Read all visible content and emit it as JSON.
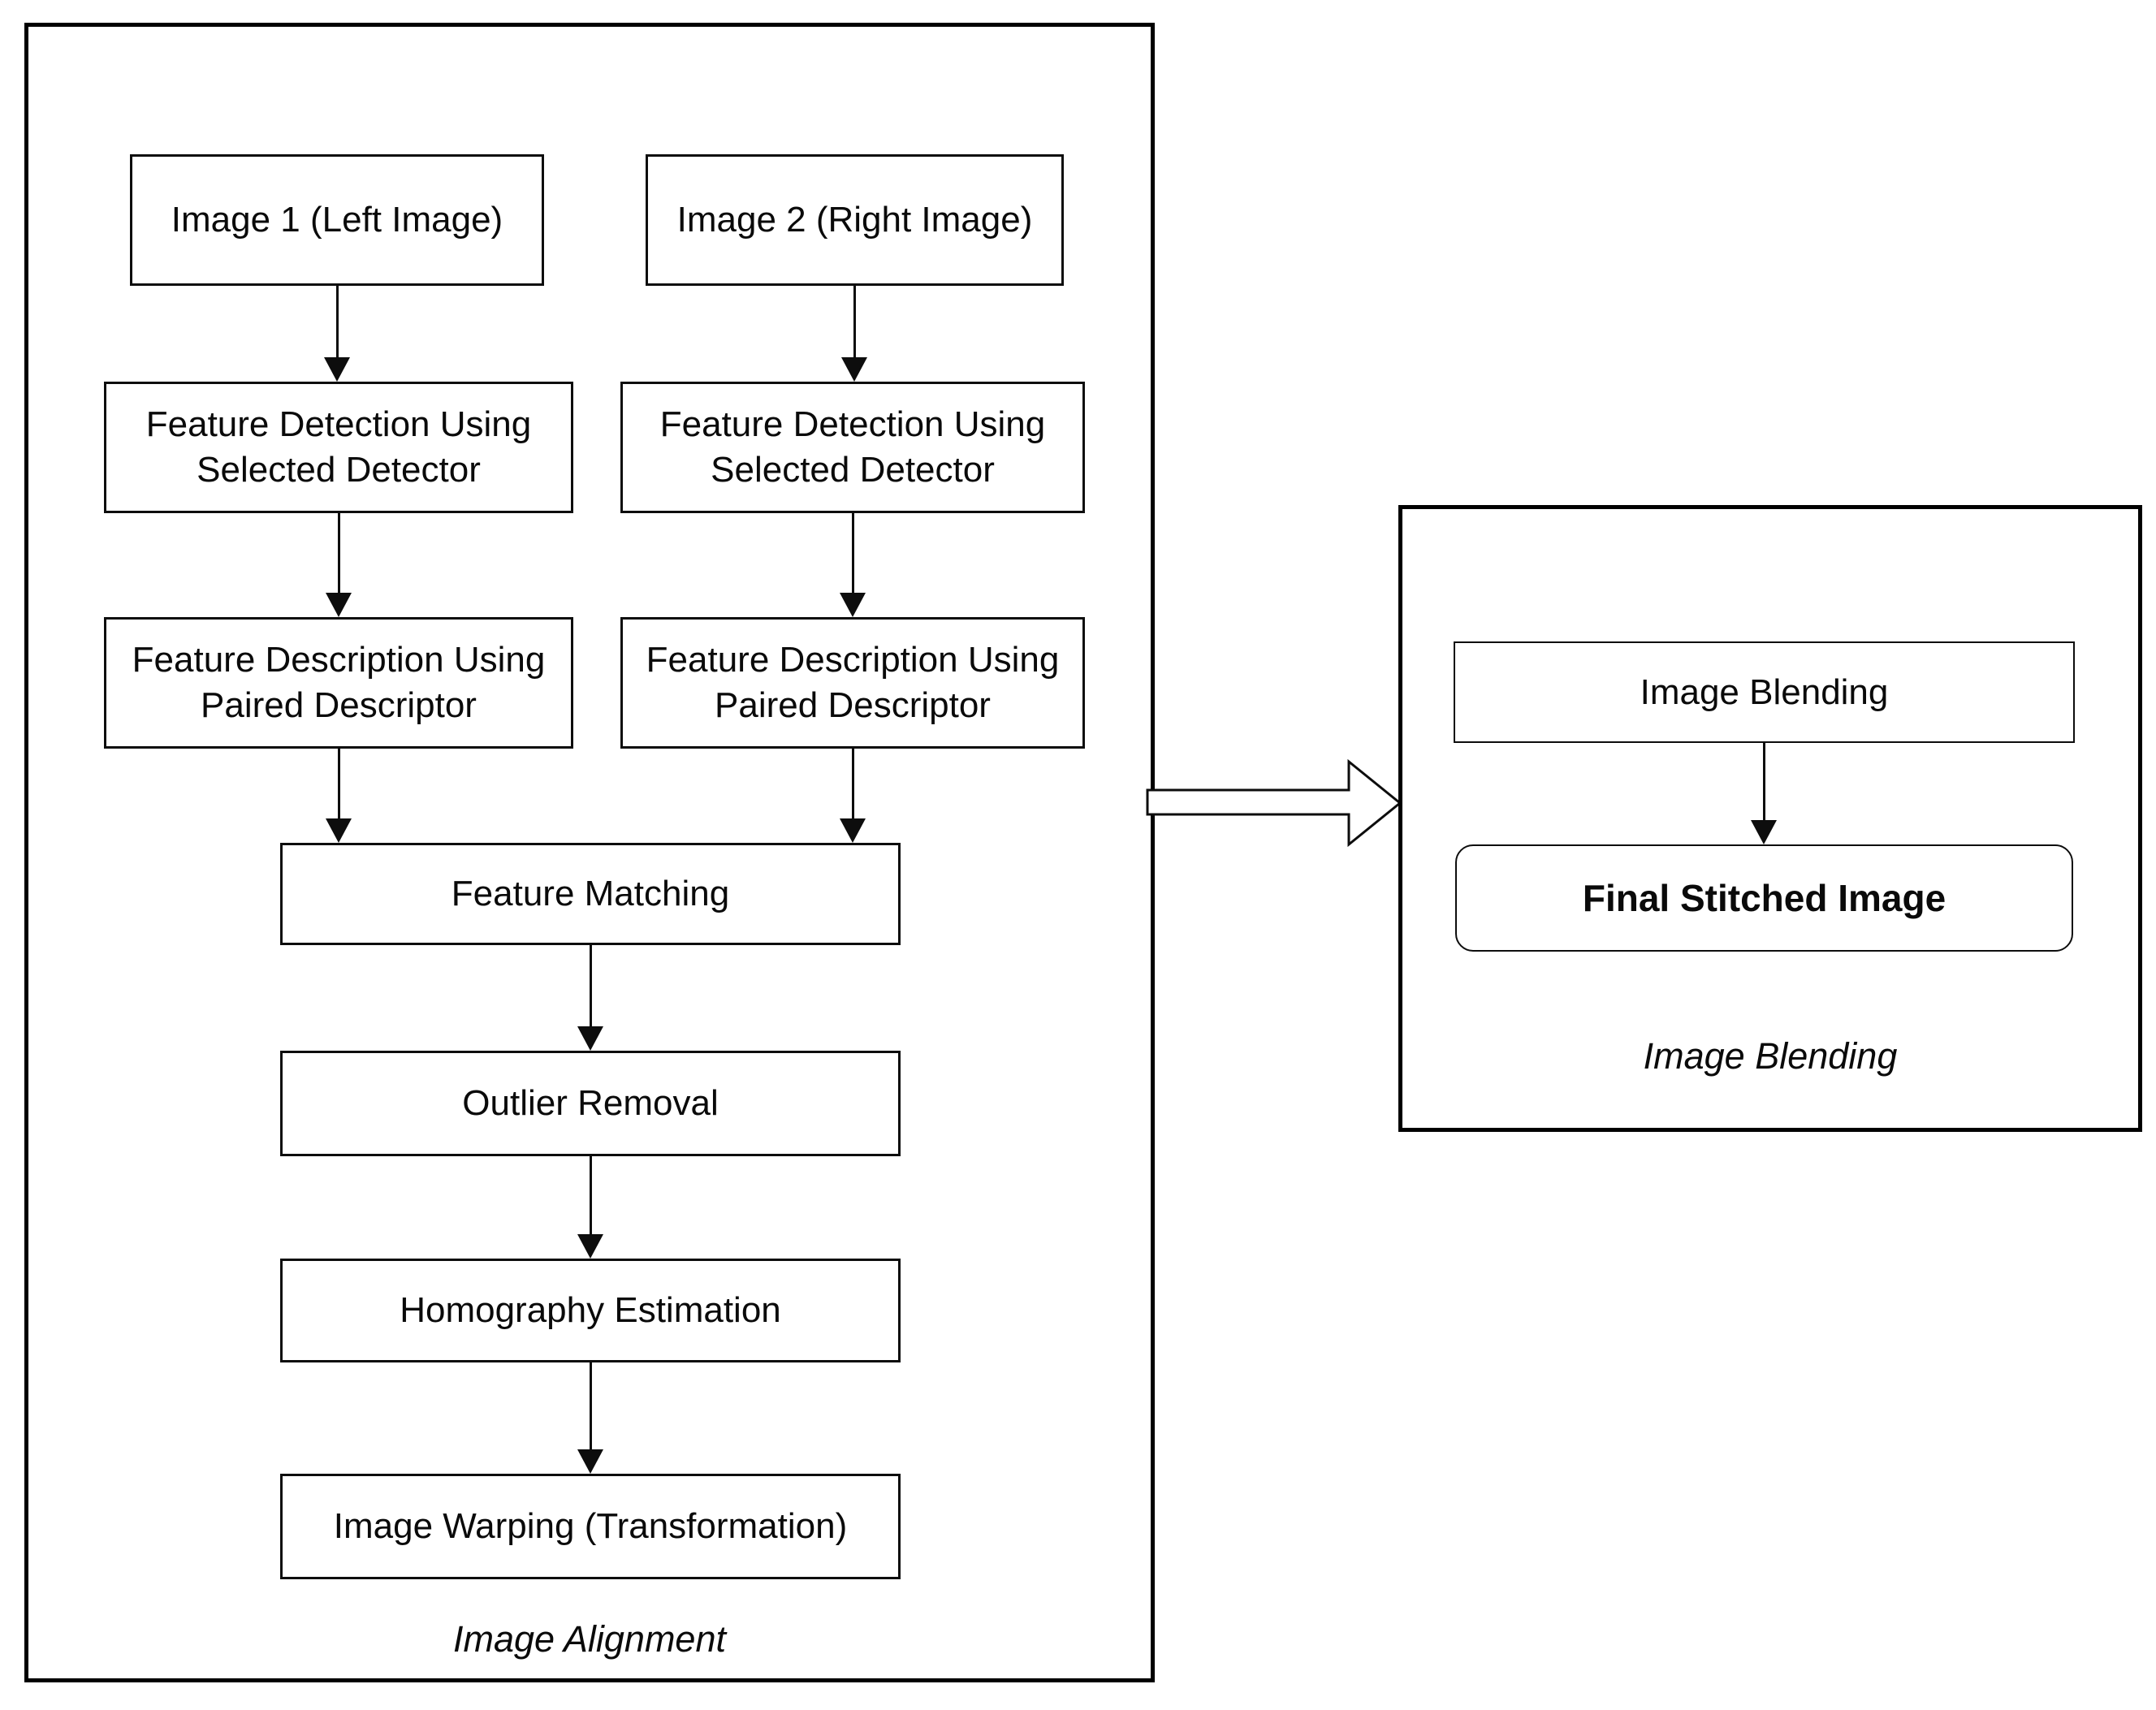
{
  "page": {
    "background_color": "#ffffff",
    "line_color": "#000000",
    "text_color": "#0a0a0a"
  },
  "left_panel": {
    "caption": "Image Alignment",
    "nodes": {
      "image1": {
        "label": "Image 1 (Left Image)"
      },
      "image2": {
        "label": "Image 2 (Right Image)"
      },
      "detect_left": {
        "label": "Feature Detection Using\nSelected Detector"
      },
      "detect_right": {
        "label": "Feature Detection Using\nSelected Detector"
      },
      "describe_left": {
        "label": "Feature Description Using\nPaired Descriptor"
      },
      "describe_right": {
        "label": "Feature Description Using\nPaired Descriptor"
      },
      "matching": {
        "label": "Feature Matching"
      },
      "outlier": {
        "label": "Outlier Removal"
      },
      "homography": {
        "label": "Homography Estimation"
      },
      "warping": {
        "label": "Image Warping (Transformation)"
      }
    }
  },
  "right_panel": {
    "caption": "Image Blending",
    "nodes": {
      "blending": {
        "label": "Image Blending"
      },
      "final": {
        "label": "Final Stitched Image"
      }
    }
  }
}
